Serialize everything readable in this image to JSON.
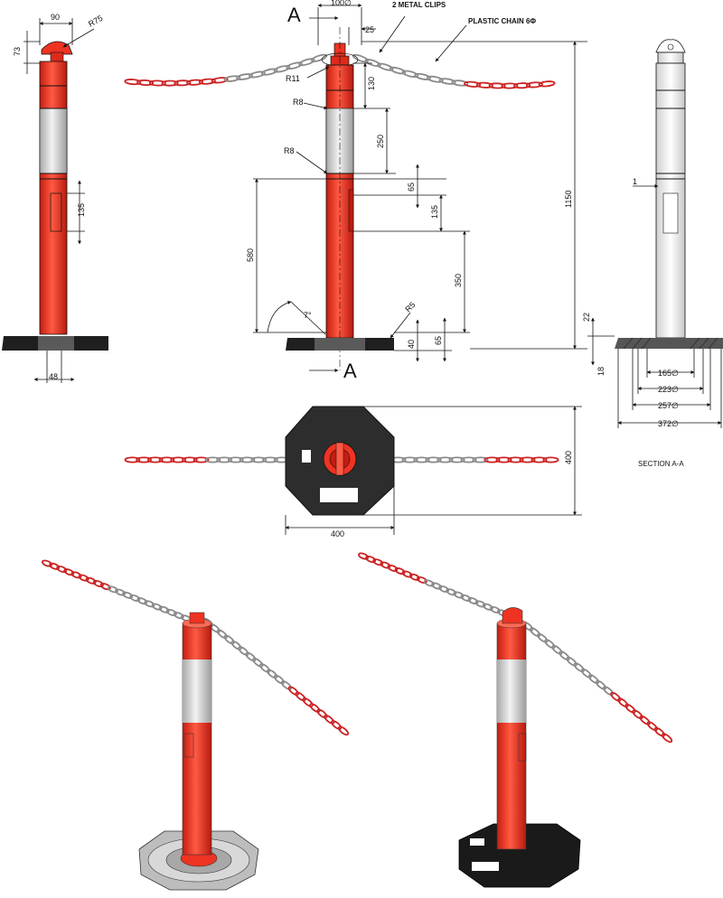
{
  "front_view": {
    "dims": {
      "head_width": "90",
      "head_height": "73",
      "head_radius": "R75",
      "window": "135",
      "base_thickness": "48"
    }
  },
  "side_view": {
    "section_letter_top": "A",
    "section_letter_bottom": "A",
    "dims": {
      "top_dia": "100∅",
      "clip_offset": "25",
      "clips": "2 METAL CLIPS",
      "chain": "PLASTIC CHAIN 6Φ",
      "r11": "R11",
      "r8_top": "R8",
      "r8_mid": "R8",
      "d130": "130",
      "d250": "250",
      "d65_top": "65",
      "d135": "135",
      "d580": "580",
      "d350": "350",
      "d1150": "1150",
      "angle": "7°",
      "r5": "R5",
      "d40": "40",
      "d65_bottom": "65"
    }
  },
  "section_view": {
    "title": "SECTION A-A",
    "dims": {
      "wall": "1",
      "d22": "22",
      "d18": "18",
      "d165": "165∅",
      "d223": "223∅",
      "d257": "257∅",
      "d372": "372∅"
    }
  },
  "top_view": {
    "dims": {
      "width": "400",
      "height": "400"
    }
  },
  "colors": {
    "post": "#ee3322",
    "reflector": "#dcdcdc",
    "base": "#1f1f1f",
    "chain_red": "#cc2222",
    "chain_white": "#e6e6e6"
  }
}
